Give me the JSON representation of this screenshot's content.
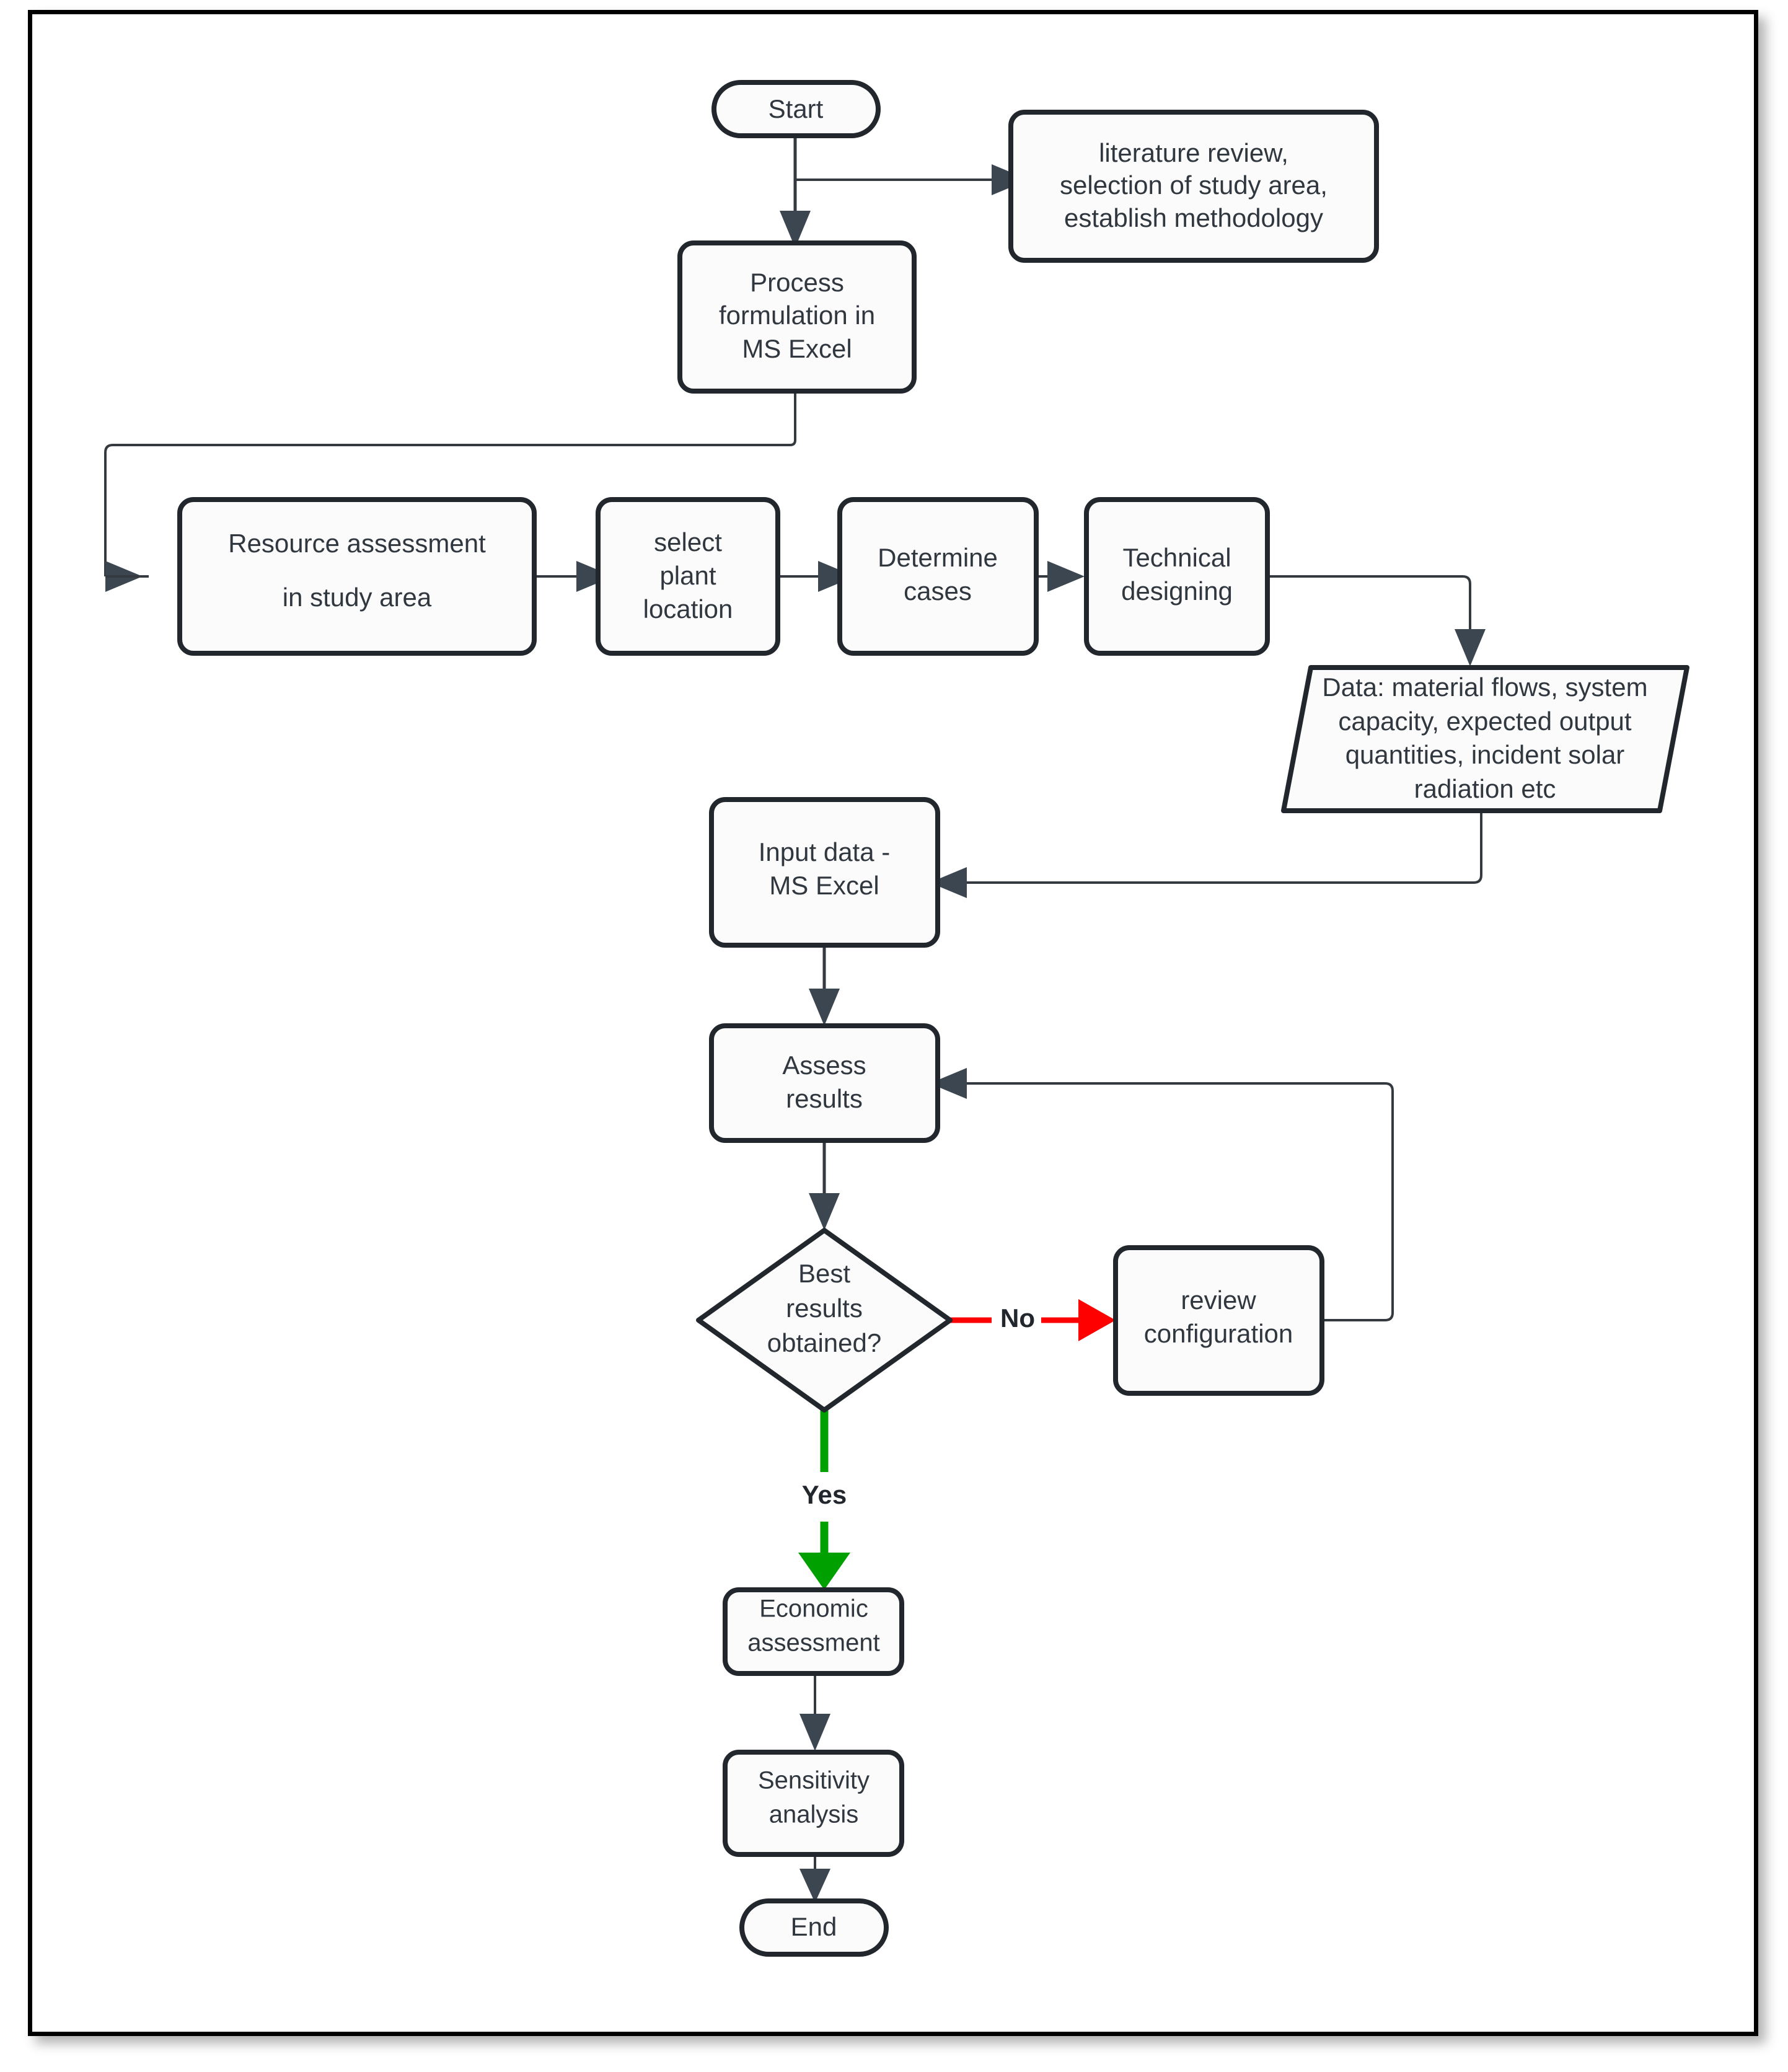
{
  "diagram": {
    "type": "flowchart",
    "title": "",
    "orientation": "top-to-bottom",
    "colors": {
      "node_fill": "#fbfbfb",
      "node_stroke": "#22272e",
      "text": "#30373f",
      "edge": "#343a40",
      "no_branch": "#ff0000",
      "yes_branch": "#00a000",
      "frame": "#000000"
    },
    "nodes": [
      {
        "id": "start",
        "shape": "stadium",
        "label": "Start"
      },
      {
        "id": "lit-review",
        "shape": "rounded-rect",
        "label_lines": [
          "literature review,",
          "selection of study area,",
          "establish methodology"
        ]
      },
      {
        "id": "process-form",
        "shape": "rounded-rect",
        "label_lines": [
          "Process",
          "formulation in",
          "MS Excel"
        ]
      },
      {
        "id": "resource",
        "shape": "rounded-rect",
        "label_lines": [
          "Resource assessment",
          "in study area"
        ]
      },
      {
        "id": "plant-loc",
        "shape": "rounded-rect",
        "label_lines": [
          "select",
          "plant",
          "location"
        ]
      },
      {
        "id": "cases",
        "shape": "rounded-rect",
        "label_lines": [
          "Determine",
          "cases"
        ]
      },
      {
        "id": "tech-design",
        "shape": "rounded-rect",
        "label_lines": [
          "Technical",
          "designing"
        ]
      },
      {
        "id": "data",
        "shape": "parallelogram",
        "label_bold_prefix": "Data",
        "label_lines": [
          "Data: material flows, system",
          "capacity, expected output",
          "quantities, incident solar",
          "radiation etc"
        ]
      },
      {
        "id": "input-data",
        "shape": "rounded-rect",
        "label_lines": [
          "Input data -",
          "MS Excel"
        ]
      },
      {
        "id": "assess",
        "shape": "rounded-rect",
        "label_lines": [
          "Assess",
          "results"
        ]
      },
      {
        "id": "decision",
        "shape": "diamond",
        "label_lines": [
          "Best",
          "results",
          "obtained?"
        ]
      },
      {
        "id": "review-config",
        "shape": "rounded-rect",
        "label_lines": [
          "review",
          "configuration"
        ]
      },
      {
        "id": "economic",
        "shape": "rounded-rect",
        "label_lines": [
          "Economic",
          "assessment"
        ]
      },
      {
        "id": "sensitivity",
        "shape": "rounded-rect",
        "label_lines": [
          "Sensitivity",
          "analysis"
        ]
      },
      {
        "id": "end",
        "shape": "stadium",
        "label": "End"
      }
    ],
    "edges": [
      {
        "from": "start",
        "to": "lit-review",
        "label": "",
        "color": "#343a40"
      },
      {
        "from": "start",
        "to": "process-form",
        "label": "",
        "color": "#343a40"
      },
      {
        "from": "process-form",
        "to": "resource",
        "label": "",
        "color": "#343a40"
      },
      {
        "from": "resource",
        "to": "plant-loc",
        "label": "",
        "color": "#343a40"
      },
      {
        "from": "plant-loc",
        "to": "cases",
        "label": "",
        "color": "#343a40"
      },
      {
        "from": "cases",
        "to": "tech-design",
        "label": "",
        "color": "#343a40"
      },
      {
        "from": "tech-design",
        "to": "data",
        "label": "",
        "color": "#343a40"
      },
      {
        "from": "data",
        "to": "input-data",
        "label": "",
        "color": "#343a40"
      },
      {
        "from": "input-data",
        "to": "assess",
        "label": "",
        "color": "#343a40"
      },
      {
        "from": "assess",
        "to": "decision",
        "label": "",
        "color": "#343a40"
      },
      {
        "from": "decision",
        "to": "review-config",
        "label": "No",
        "color": "#ff0000"
      },
      {
        "from": "review-config",
        "to": "assess",
        "label": "",
        "color": "#343a40"
      },
      {
        "from": "decision",
        "to": "economic",
        "label": "Yes",
        "color": "#00a000"
      },
      {
        "from": "economic",
        "to": "sensitivity",
        "label": "",
        "color": "#343a40"
      },
      {
        "from": "sensitivity",
        "to": "end",
        "label": "",
        "color": "#343a40"
      }
    ],
    "labels": {
      "start": "Start",
      "end": "End",
      "no": "No",
      "yes": "Yes",
      "lit1": "literature review,",
      "lit2": "selection of study area,",
      "lit3": "establish methodology",
      "pf1": "Process",
      "pf2": "formulation in",
      "pf3": "MS Excel",
      "res1": "Resource assessment",
      "res2": "in study area",
      "pl1": "select",
      "pl2": "plant",
      "pl3": "location",
      "dc1": "Determine",
      "dc2": "cases",
      "td1": "Technical",
      "td2": "designing",
      "dt0": "Data",
      "dt1": ": material flows, system",
      "dt2": "capacity, expected output",
      "dt3": "quantities, incident solar",
      "dt4": "radiation etc",
      "id1": "Input data -",
      "id2": "MS Excel",
      "as1": "Assess",
      "as2": "results",
      "de1": "Best",
      "de2": "results",
      "de3": "obtained?",
      "rc1": "review",
      "rc2": "configuration",
      "ec1": "Economic",
      "ec2": "assessment",
      "se1": "Sensitivity",
      "se2": "analysis"
    }
  }
}
